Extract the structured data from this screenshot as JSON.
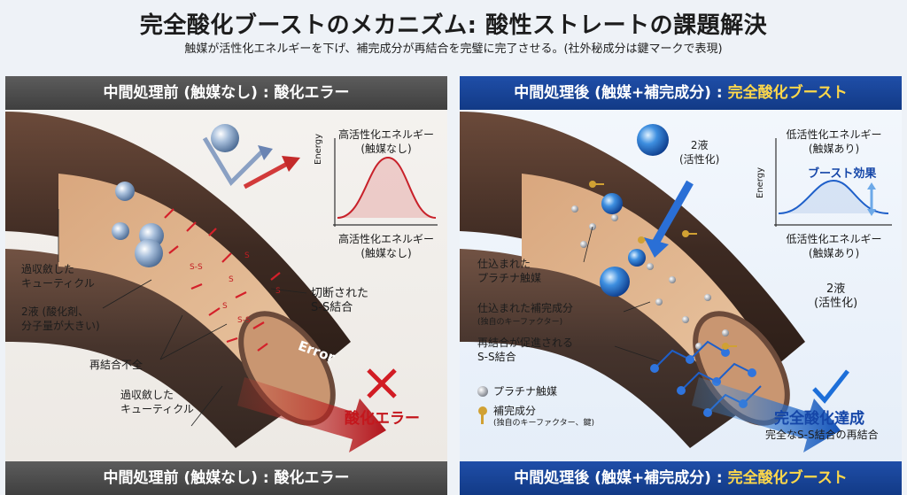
{
  "title": "完全酸化ブーストのメカニズム: 酸性ストレートの課題解決",
  "subtitle": "触媒が活性化エネルギーを下げ、補完成分が再結合を完璧に完了させる。(社外秘成分は鍵マークで表現)",
  "left": {
    "header": "中間処理前 (触媒なし) : 酸化エラー",
    "footer": "中間処理前 (触媒なし) : 酸化エラー",
    "graph_top_label": "高活性化エネルギー",
    "graph_top_sub": "(触媒なし)",
    "graph_bottom_label": "高活性化エネルギー",
    "graph_bottom_sub": "(触媒なし)",
    "energy_axis": "Energy",
    "cuticle_top_1": "過収斂した",
    "cuticle_top_2": "キューティクル",
    "liquid_1": "2液 (酸化剤、",
    "liquid_2": "分子量が大きい)",
    "incomplete": "再結合不全",
    "cuticle_bottom_1": "過収斂した",
    "cuticle_bottom_2": "キューティクル",
    "cut_1": "切断された",
    "cut_2": "S-S結合",
    "error_arrow": "Error",
    "error_label": "酸化エラー"
  },
  "right": {
    "header_prefix": "中間処理後 (触媒+補完成分) : ",
    "header_highlight": "完全酸化ブースト",
    "footer_prefix": "中間処理後 (触媒+補完成分) : ",
    "footer_highlight": "完全酸化ブースト",
    "liquid_top_1": "2液",
    "liquid_top_2": "(活性化)",
    "graph_top_label": "低活性化エネルギー",
    "graph_top_sub": "(触媒あり)",
    "graph_bottom_label": "低活性化エネルギー",
    "graph_bottom_sub": "(触媒あり)",
    "energy_axis": "Energy",
    "boost_label": "ブースト効果",
    "platinum_1": "仕込まれた",
    "platinum_2": "プラチナ触媒",
    "complement_1": "仕込まれた補完成分",
    "complement_2": "(独自のキーファクター)",
    "rebond_1": "再結合が促進される",
    "rebond_2": "S-S結合",
    "liquid_mid_1": "2液",
    "liquid_mid_2": "(活性化)",
    "legend_platinum": "プラチナ触媒",
    "legend_complement": "補完成分",
    "legend_complement_sub": "(独自のキーファクター、鍵)",
    "done_label": "完全酸化達成",
    "done_sub": "完全なS-S結合の再結合"
  },
  "colors": {
    "left_bar": "#4a4a4a",
    "right_bar": "#1a4596",
    "highlight": "#ffd84a",
    "error_red": "#c4161c",
    "success_blue": "#1546a8"
  }
}
